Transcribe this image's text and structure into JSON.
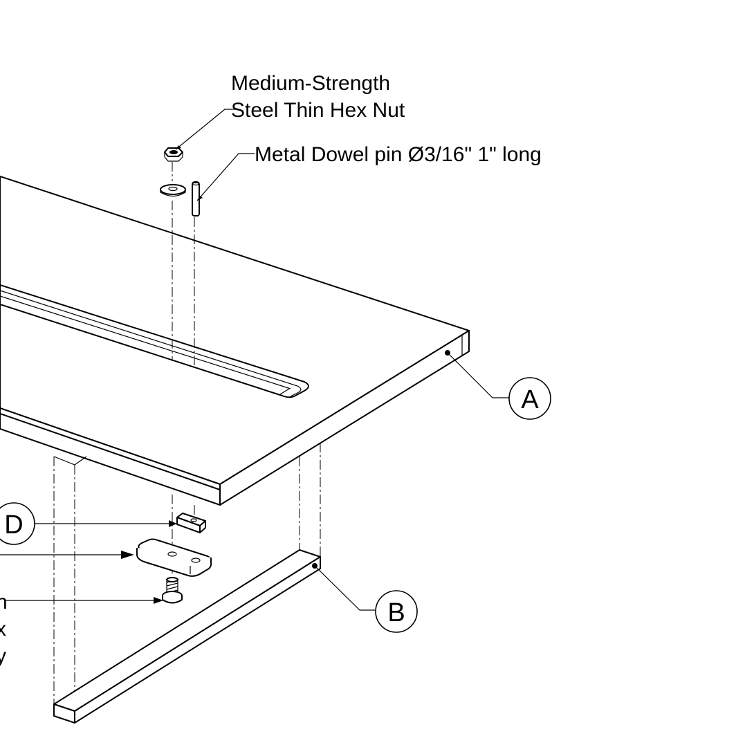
{
  "labels": {
    "nut_line1": "Medium-Strength",
    "nut_line2": "Steel Thin Hex Nut",
    "dowel": "Metal Dowel pin Ø3/16\" 1\" long",
    "left_fragment_1": "n",
    "left_fragment_2": "x",
    "left_fragment_3": "y"
  },
  "callouts": {
    "a": "A",
    "b": "B",
    "d": "D"
  }
}
